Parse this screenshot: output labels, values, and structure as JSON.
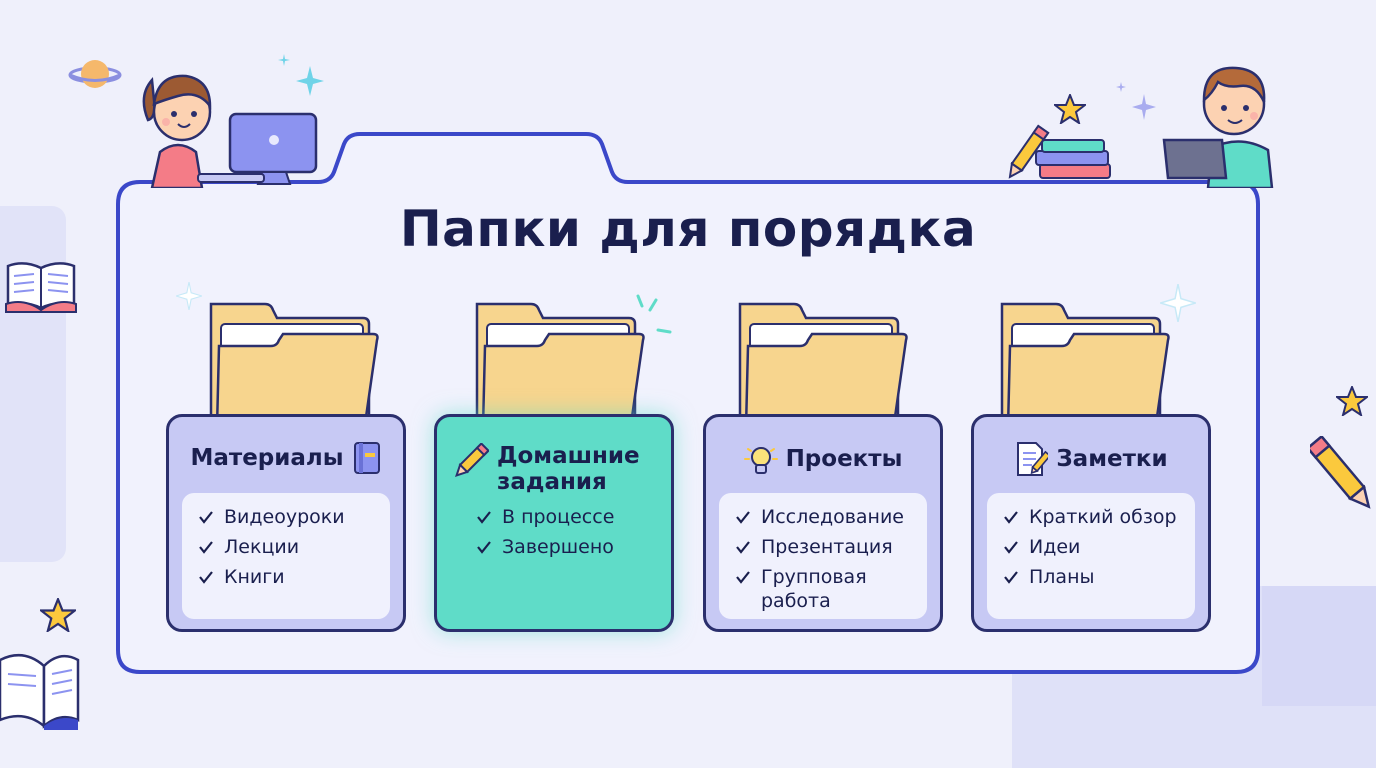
{
  "title": "Папки для порядка",
  "colors": {
    "background": "#eff0fb",
    "frame": "#3b48c9",
    "card": "#c7c9f4",
    "card_active": "#5fdcc8",
    "folder": "#f7d58e",
    "text": "#1a1f4e"
  },
  "folders": [
    {
      "title": "Материалы",
      "icon": "book-icon",
      "items": [
        "Видеоуроки",
        "Лекции",
        "Книги"
      ]
    },
    {
      "title_line1": "Домашние",
      "title_line2": "задания",
      "icon": "pencil-icon",
      "items": [
        "В процессе",
        "Завершено"
      ],
      "active": true
    },
    {
      "title": "Проекты",
      "icon": "lightbulb-icon",
      "items": [
        "Исследование",
        "Презентация",
        "Групповая работа"
      ]
    },
    {
      "title": "Заметки",
      "icon": "notepad-icon",
      "items": [
        "Краткий обзор",
        "Идеи",
        "Планы"
      ]
    }
  ]
}
